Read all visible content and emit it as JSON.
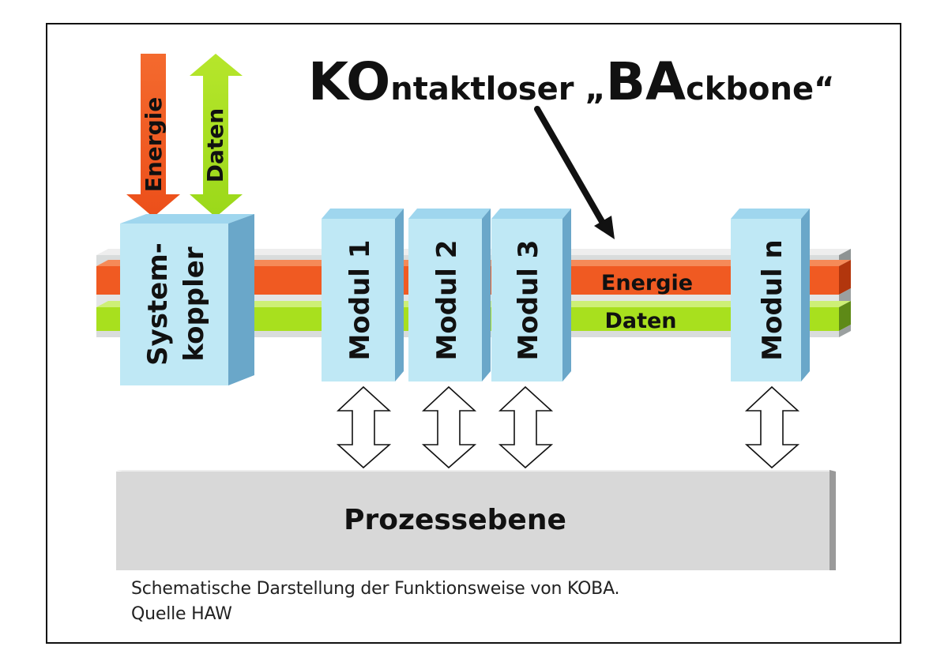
{
  "title": {
    "part1_caps": "KO",
    "part1_rest": "ntaktloser ",
    "part2_open": "„",
    "part2_caps": "BA",
    "part2_rest": "ckbone",
    "part2_close": "“"
  },
  "input_arrows": {
    "energy_label": "Energie",
    "data_label": "Daten"
  },
  "backbone": {
    "energy_label": "Energie",
    "data_label": "Daten"
  },
  "system_coupler": {
    "line1": "System-",
    "line2": "koppler"
  },
  "modules": [
    {
      "label": "Modul 1"
    },
    {
      "label": "Modul 2"
    },
    {
      "label": "Modul 3"
    },
    {
      "label": "Modul n"
    }
  ],
  "process_level": {
    "label": "Prozessebene"
  },
  "caption": {
    "line1": "Schematische Darstellung der Funktionsweise von KOBA.",
    "line2": "Quelle HAW"
  },
  "colors": {
    "energy": "#f05a22",
    "data": "#a8e01e",
    "module_front": "#bfe8f5",
    "module_side": "#6aa7c9",
    "module_top": "#9fd6ee",
    "rail_grey": "#d9dcdc",
    "process_box": "#d8d8d8",
    "arrow_black": "#111111"
  }
}
